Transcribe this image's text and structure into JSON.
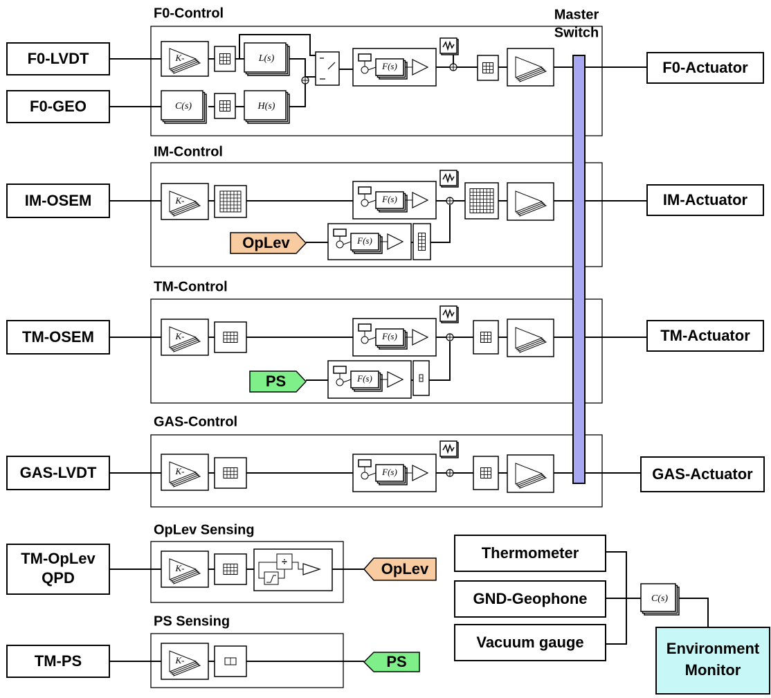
{
  "sections": {
    "f0": "F0-Control",
    "im": "IM-Control",
    "tm": "TM-Control",
    "gas": "GAS-Control",
    "oplev_sensing": "OpLev Sensing",
    "ps_sensing": "PS Sensing"
  },
  "master_switch": {
    "line1": "Master",
    "line2": "Switch"
  },
  "sensors": {
    "f0_lvdt": "F0-LVDT",
    "f0_geo": "F0-GEO",
    "im_osem": "IM-OSEM",
    "tm_osem": "TM-OSEM",
    "gas_lvdt": "GAS-LVDT",
    "tm_oplev_qpd": {
      "line1": "TM-OpLev",
      "line2": "QPD"
    },
    "tm_ps": "TM-PS"
  },
  "actuators": {
    "f0": "F0-Actuator",
    "im": "IM-Actuator",
    "tm": "TM-Actuator",
    "gas": "GAS-Actuator"
  },
  "tags": {
    "oplev": "OpLev",
    "ps": "PS"
  },
  "block_labels": {
    "gain": "K-",
    "filter": "F(s)",
    "lowpass": "L(s)",
    "highpass": "H(s)",
    "calibration": "C(s)",
    "divide": "÷"
  },
  "environment": {
    "thermometer": "Thermometer",
    "geophone": "GND-Geophone",
    "vacuum": "Vacuum gauge",
    "calibration": "C(s)",
    "monitor": {
      "line1": "Environment",
      "line2": "Monitor"
    }
  },
  "colors": {
    "oplev_tag": "#f8cba0",
    "ps_tag": "#7fef8a",
    "master_switch": "#a7a7f2",
    "environment_monitor": "#c7f7f7"
  }
}
